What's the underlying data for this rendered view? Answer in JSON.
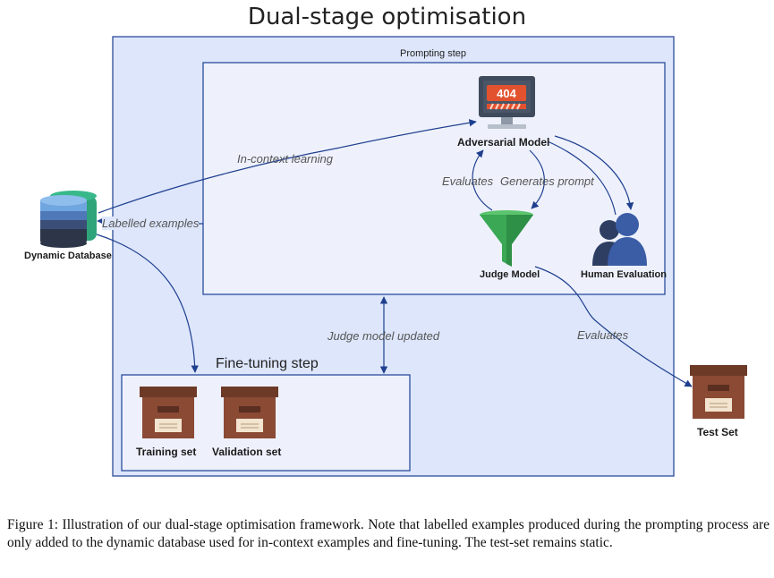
{
  "title": "Dual-stage optimisation",
  "colors": {
    "outer_fill": "#dde6fb",
    "outer_stroke": "#2b4d9c",
    "inner_fill": "#eef1fc",
    "arrow": "#1f3f8f",
    "funnel": "#3aa854",
    "box_brown": "#8b4a34",
    "monitor_screen": "#3f4b5c",
    "error_red": "#e2522f",
    "people": "#3b5da6",
    "db_layers": [
      "#6fa6e0",
      "#4e78b8",
      "#3b4e78",
      "#2c3648"
    ],
    "db_back": "#2fa37a"
  },
  "boxes": {
    "prompting_step": "Prompting step",
    "fine_tuning_step": "Fine-tuning step"
  },
  "nodes": {
    "adversarial_model": {
      "label": "Adversarial Model",
      "screen_text": "404",
      "icon": "monitor-404-icon"
    },
    "judge_model": {
      "label": "Judge Model",
      "icon": "funnel-icon"
    },
    "human_evaluation": {
      "label": "Human Evaluation",
      "icon": "people-icon"
    },
    "dynamic_database": {
      "label": "Dynamic Database",
      "icon": "database-icon"
    },
    "training_set": {
      "label": "Training set",
      "icon": "archive-box-icon"
    },
    "validation_set": {
      "label": "Validation set",
      "icon": "archive-box-icon"
    },
    "test_set": {
      "label": "Test Set",
      "icon": "archive-box-icon"
    }
  },
  "edges": {
    "in_context_learning": "In-context learning",
    "labelled_examples": "Labelled examples",
    "evaluates_left": "Evaluates",
    "generates_prompt": "Generates prompt",
    "judge_model_updated": "Judge model updated",
    "evaluates_test": "Evaluates"
  },
  "caption": "Figure 1: Illustration of our dual-stage optimisation framework. Note that labelled examples produced during the prompting process are only added to the dynamic database used for in-context examples and fine-tuning. The test-set remains static."
}
